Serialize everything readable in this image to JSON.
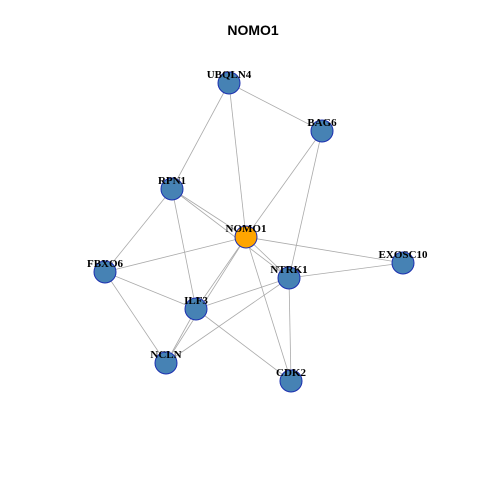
{
  "title": "NOMO1",
  "colors": {
    "background": "#ffffff",
    "edge": "#aaaaaa",
    "node_fill": "#4682b4",
    "center_fill": "#ffa500",
    "node_stroke": "#1c2fb0"
  },
  "nodes": [
    {
      "id": "NOMO1",
      "label": "NOMO1",
      "center": true
    },
    {
      "id": "UBQLN4",
      "label": "UBQLN4"
    },
    {
      "id": "BAG6",
      "label": "BAG6"
    },
    {
      "id": "RPN1",
      "label": "RPN1"
    },
    {
      "id": "EXOSC10",
      "label": "EXOSC10"
    },
    {
      "id": "FBXO6",
      "label": "FBXO6"
    },
    {
      "id": "NTRK1",
      "label": "NTRK1"
    },
    {
      "id": "ILF3",
      "label": "ILF3"
    },
    {
      "id": "NCLN",
      "label": "NCLN"
    },
    {
      "id": "CDK2",
      "label": "CDK2"
    }
  ],
  "edges": [
    [
      "UBQLN4",
      "BAG6"
    ],
    [
      "UBQLN4",
      "RPN1"
    ],
    [
      "UBQLN4",
      "NOMO1"
    ],
    [
      "BAG6",
      "NOMO1"
    ],
    [
      "BAG6",
      "NTRK1"
    ],
    [
      "RPN1",
      "NOMO1"
    ],
    [
      "RPN1",
      "NTRK1"
    ],
    [
      "RPN1",
      "FBXO6"
    ],
    [
      "RPN1",
      "ILF3"
    ],
    [
      "NOMO1",
      "EXOSC10"
    ],
    [
      "NOMO1",
      "FBXO6"
    ],
    [
      "NOMO1",
      "NTRK1"
    ],
    [
      "NOMO1",
      "ILF3"
    ],
    [
      "NOMO1",
      "NCLN"
    ],
    [
      "NOMO1",
      "CDK2"
    ],
    [
      "NTRK1",
      "EXOSC10"
    ],
    [
      "NTRK1",
      "ILF3"
    ],
    [
      "NTRK1",
      "NCLN"
    ],
    [
      "NTRK1",
      "CDK2"
    ],
    [
      "FBXO6",
      "ILF3"
    ],
    [
      "FBXO6",
      "NCLN"
    ],
    [
      "ILF3",
      "NCLN"
    ],
    [
      "ILF3",
      "CDK2"
    ]
  ]
}
